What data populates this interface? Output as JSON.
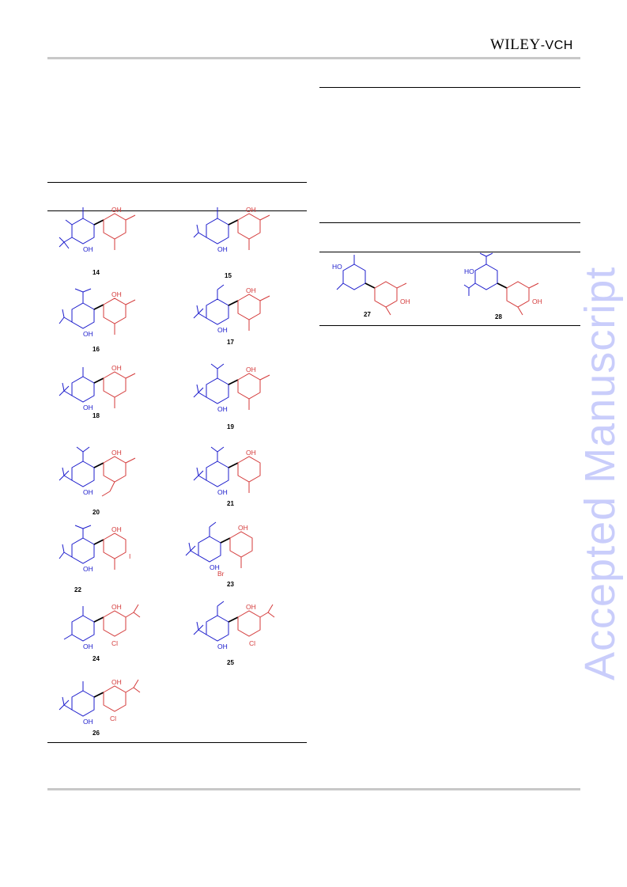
{
  "header": {
    "publisher_main": "WILEY",
    "publisher_suffix": "-VCH"
  },
  "watermark": "Accepted Manuscript",
  "atom_labels": {
    "oh": "OH",
    "ho": "HO",
    "cl": "Cl",
    "br": "Br",
    "iodo": "I"
  },
  "colors": {
    "blue": "#1c1ccc",
    "red": "#d43a3a",
    "rule": "#000000",
    "header_rule": "#c8c8c8",
    "watermark": "#c9cdfb"
  },
  "compounds": {
    "c14": "14",
    "c15": "15",
    "c16": "16",
    "c17": "17",
    "c18": "18",
    "c19": "19",
    "c20": "20",
    "c21": "21",
    "c22": "22",
    "c23": "23",
    "c24": "24",
    "c25": "25",
    "c26": "26",
    "c27": "27",
    "c28": "28"
  }
}
